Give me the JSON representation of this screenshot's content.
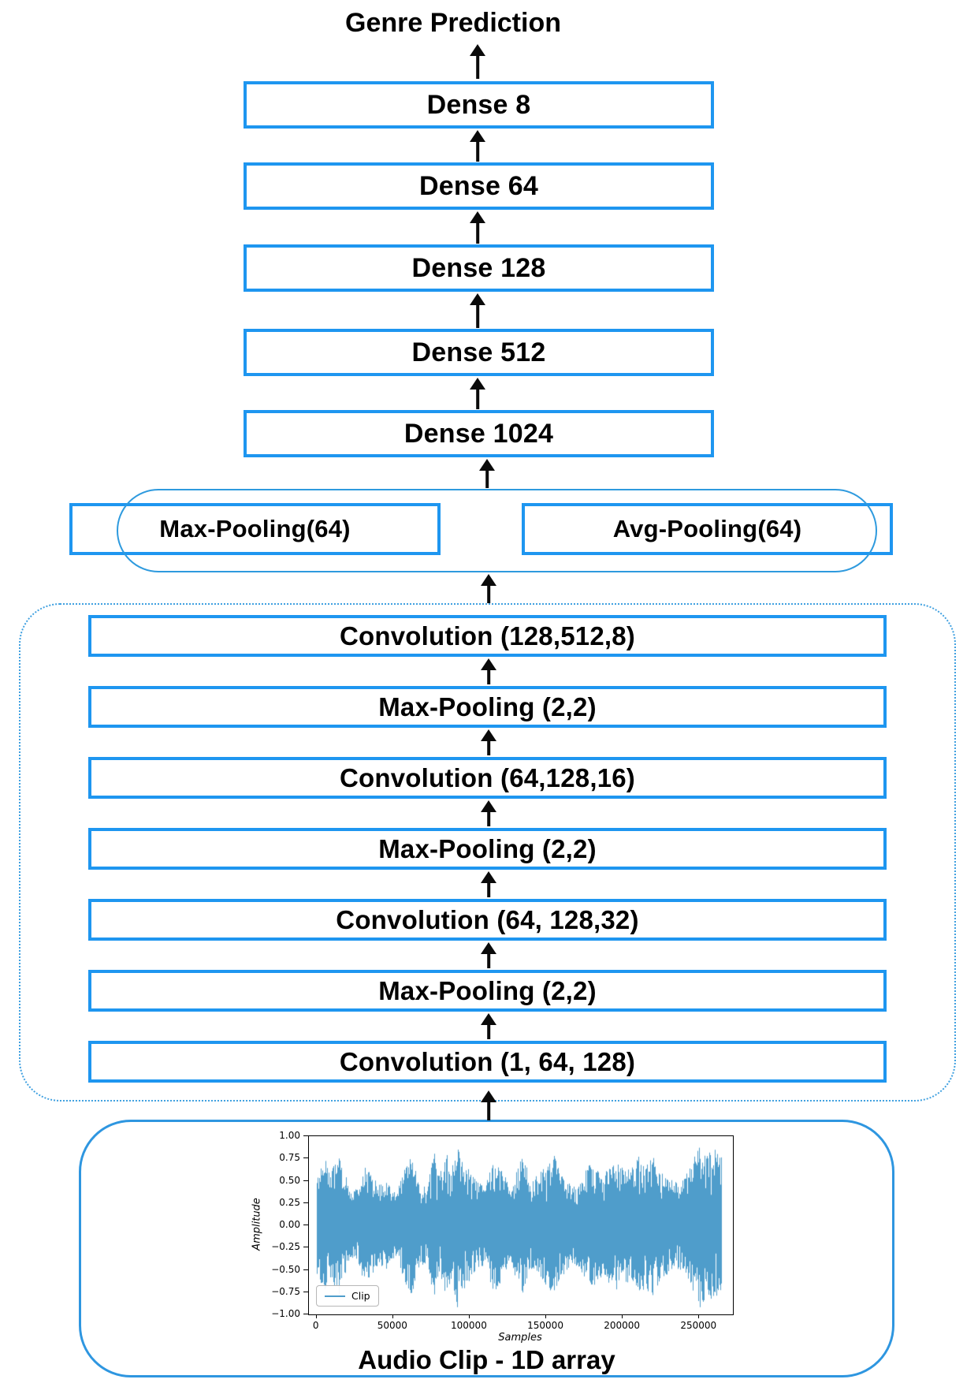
{
  "title": "Genre Prediction",
  "accent_color": "#1e96f0",
  "arrow_color": "#0a0a0a",
  "dense_layers": [
    "Dense 8",
    "Dense 64",
    "Dense 128",
    "Dense 512",
    "Dense 1024"
  ],
  "pooling_group": {
    "max": "Max-Pooling(64)",
    "avg": "Avg-Pooling(64)"
  },
  "conv_stack": [
    "Convolution (128,512,8)",
    "Max-Pooling (2,2)",
    "Convolution (64,128,16)",
    "Max-Pooling (2,2)",
    "Convolution (64, 128,32)",
    "Max-Pooling (2,2)",
    "Convolution (1, 64, 128)"
  ],
  "input_panel": {
    "caption": "Audio Clip - 1D array"
  },
  "chart_data": {
    "type": "line",
    "title": "",
    "xlabel": "Samples",
    "ylabel": "Amplitude",
    "xlim": [
      -5000,
      272000
    ],
    "ylim": [
      -1.0,
      1.0
    ],
    "grid": false,
    "frame": true,
    "xticks": {
      "values": [
        0,
        50000,
        100000,
        150000,
        200000,
        250000
      ],
      "labels": [
        "0",
        "50000",
        "100000",
        "150000",
        "200000",
        "250000"
      ]
    },
    "yticks": {
      "values": [
        1.0,
        0.75,
        0.5,
        0.25,
        0.0,
        -0.25,
        -0.5,
        -0.75,
        -1.0
      ],
      "labels": [
        "1.00",
        "0.75",
        "0.50",
        "0.25",
        "0.00",
        "−0.25",
        "−0.50",
        "−0.75",
        "−1.00"
      ]
    },
    "legend": {
      "position": "lower left",
      "entries": [
        "Clip"
      ]
    },
    "series": [
      {
        "name": "Clip",
        "color": "#4f9dcb",
        "n_samples": 265000,
        "description": "dense audio waveform oscillating about 0, peaks up to ~0.95",
        "envelope_x": [
          0,
          5000,
          10000,
          15000,
          18000,
          22000,
          27000,
          32000,
          36000,
          40000,
          45000,
          48000,
          52000,
          57000,
          60000,
          63000,
          67000,
          72000,
          77000,
          80000,
          85000,
          88000,
          92000,
          95000,
          100000,
          105000,
          110000,
          115000,
          118000,
          122000,
          127000,
          131000,
          135000,
          140000,
          145000,
          150000,
          155000,
          158000,
          162000,
          167000,
          172000,
          177000,
          180000,
          185000,
          190000,
          195000,
          200000,
          205000,
          210000,
          215000,
          220000,
          225000,
          230000,
          235000,
          240000,
          245000,
          250000,
          255000,
          260000,
          265000
        ],
        "envelope_amp": [
          0.55,
          0.75,
          0.62,
          0.8,
          0.65,
          0.38,
          0.42,
          0.7,
          0.55,
          0.48,
          0.52,
          0.45,
          0.35,
          0.6,
          0.8,
          0.75,
          0.5,
          0.42,
          0.82,
          0.55,
          0.8,
          0.7,
          0.93,
          0.75,
          0.62,
          0.48,
          0.45,
          0.72,
          0.72,
          0.58,
          0.45,
          0.62,
          0.8,
          0.48,
          0.58,
          0.7,
          0.8,
          0.65,
          0.55,
          0.42,
          0.48,
          0.65,
          0.72,
          0.58,
          0.62,
          0.75,
          0.68,
          0.62,
          0.78,
          0.7,
          0.82,
          0.6,
          0.55,
          0.48,
          0.52,
          0.68,
          0.95,
          0.78,
          0.88,
          0.75
        ]
      }
    ]
  }
}
